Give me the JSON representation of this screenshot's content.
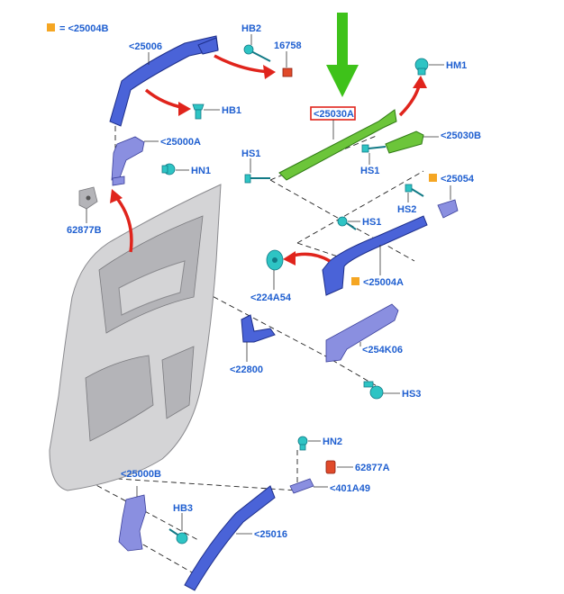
{
  "legend": {
    "color": "#f5a623",
    "text": "= <25004B"
  },
  "labels": {
    "p25006": "<25006",
    "hb2": "HB2",
    "p16758": "16758",
    "hb1": "HB1",
    "p25000a": "<25000A",
    "hn1": "HN1",
    "p62877b": "62877B",
    "hm1": "HM1",
    "p25030a": "<25030A",
    "p25030b": "<25030B",
    "hs1_top": "HS1",
    "hs1_mid": "HS1",
    "p25054": "<25054",
    "hs2": "HS2",
    "hs1_low": "HS1",
    "p25004a": "<25004A",
    "p224a54": "<224A54",
    "p22800": "<22800",
    "p254k06": "<254K06",
    "hs3": "HS3",
    "hn2": "HN2",
    "p62877a": "62877A",
    "p401a49": "<401A49",
    "p25000b": "<25000B",
    "hb3": "HB3",
    "p25016": "<25016"
  },
  "colors": {
    "accent_label": "#1f5fd0",
    "highlight_box": "#e0241c",
    "green_arrow": "#3ec21a",
    "orange_marker": "#f5a623",
    "red_arrow": "#e0241c"
  }
}
